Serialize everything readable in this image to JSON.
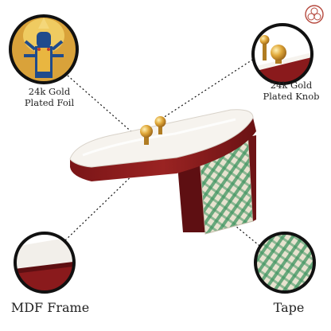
{
  "labels": {
    "foil": [
      "24k Gold",
      "Plated Foil"
    ],
    "knob": [
      "24k Gold",
      "Plated Knob"
    ],
    "mdf": "MDF Frame",
    "tape": "Tape"
  },
  "colors": {
    "wood": "#8a1a1c",
    "wood_dark": "#5e0f12",
    "gold": "#d9a23a",
    "tape_green": "#2f8a52",
    "tape_bg": "#e8e2cf",
    "brand": "#b5483d"
  },
  "icons": [
    "brand-logo-icon"
  ]
}
